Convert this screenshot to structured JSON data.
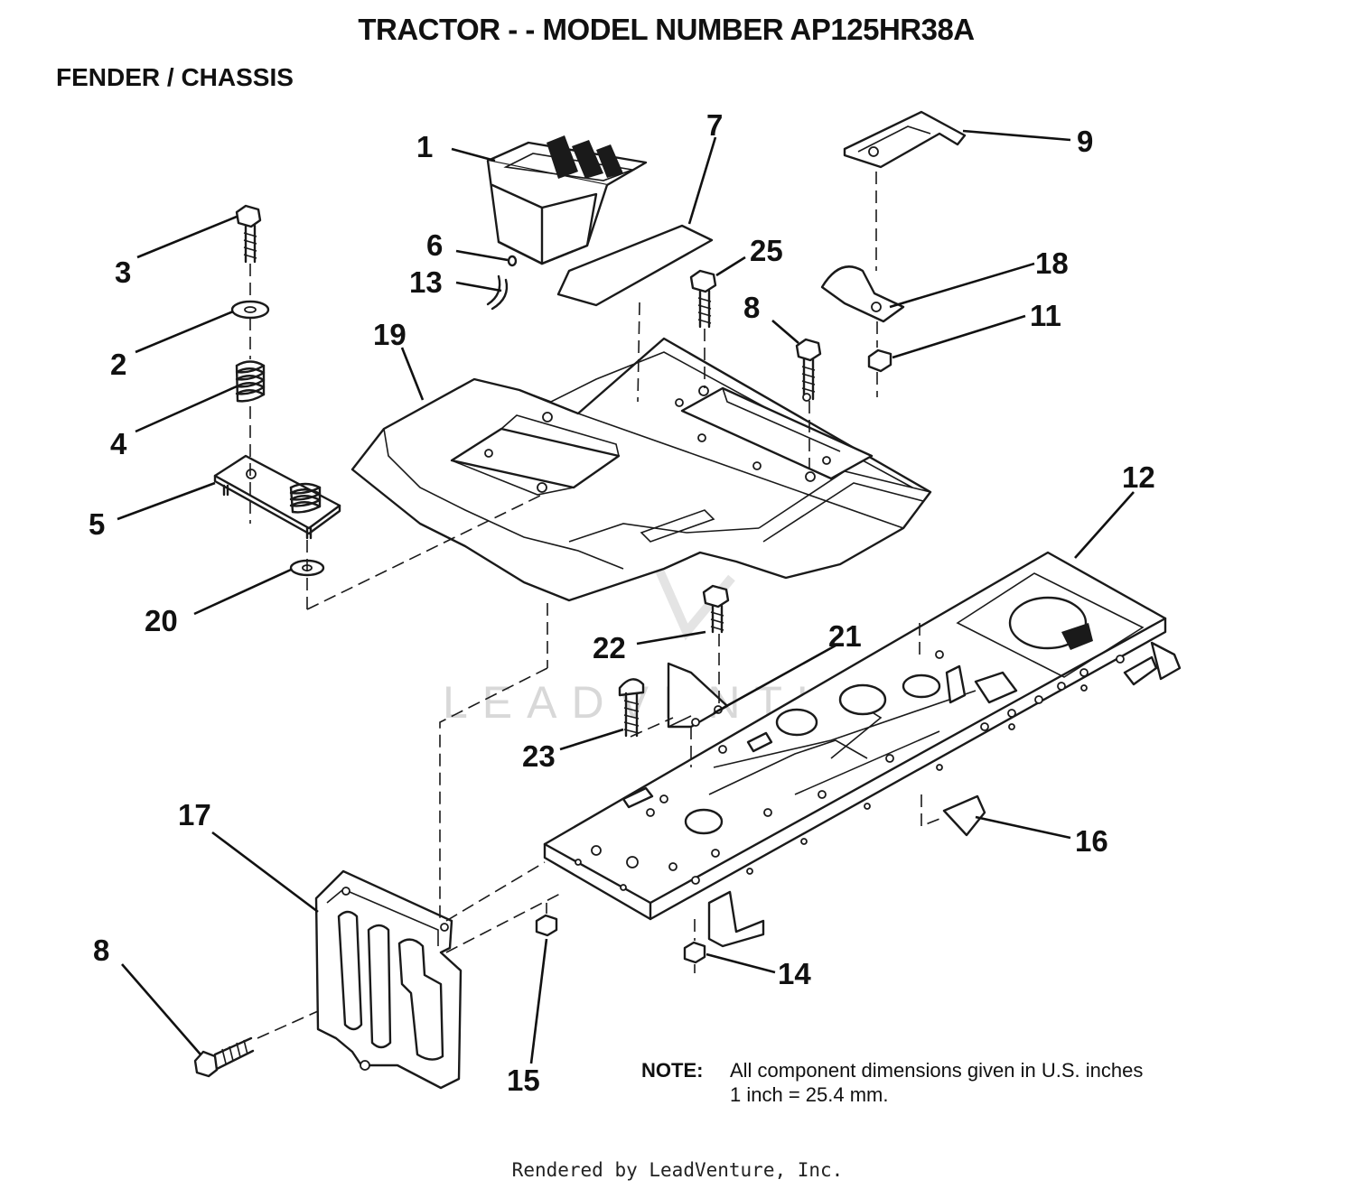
{
  "header": {
    "title": "TRACTOR - - MODEL NUMBER AP125HR38A",
    "section": "FENDER / CHASSIS"
  },
  "watermark": "LEADVENTURE",
  "callouts": [
    {
      "label": "1",
      "part": "tray-box"
    },
    {
      "label": "2",
      "part": "washer"
    },
    {
      "label": "3",
      "part": "bolt"
    },
    {
      "label": "4",
      "part": "spring"
    },
    {
      "label": "5",
      "part": "spring-plate"
    },
    {
      "label": "6",
      "part": "clip"
    },
    {
      "label": "7",
      "part": "decal"
    },
    {
      "label": "25",
      "part": "bolt"
    },
    {
      "label": "8",
      "part": "bolt"
    },
    {
      "label": "9",
      "part": "hitch-plate"
    },
    {
      "label": "18",
      "part": "clamp"
    },
    {
      "label": "11",
      "part": "nut"
    },
    {
      "label": "13",
      "part": "hose"
    },
    {
      "label": "19",
      "part": "fender"
    },
    {
      "label": "12",
      "part": "chassis-frame"
    },
    {
      "label": "20",
      "part": "washer"
    },
    {
      "label": "22",
      "part": "bolt"
    },
    {
      "label": "21",
      "part": "bracket"
    },
    {
      "label": "23",
      "part": "carriage-bolt"
    },
    {
      "label": "16",
      "part": "guide"
    },
    {
      "label": "17",
      "part": "front-plate"
    },
    {
      "label": "8",
      "part": "bolt"
    },
    {
      "label": "15",
      "part": "nut"
    },
    {
      "label": "14",
      "part": "nut"
    }
  ],
  "note": {
    "label": "NOTE:",
    "line1": "All component dimensions given in U.S. inches",
    "line2": "1 inch = 25.4 mm."
  },
  "footer": "Rendered by LeadVenture, Inc."
}
